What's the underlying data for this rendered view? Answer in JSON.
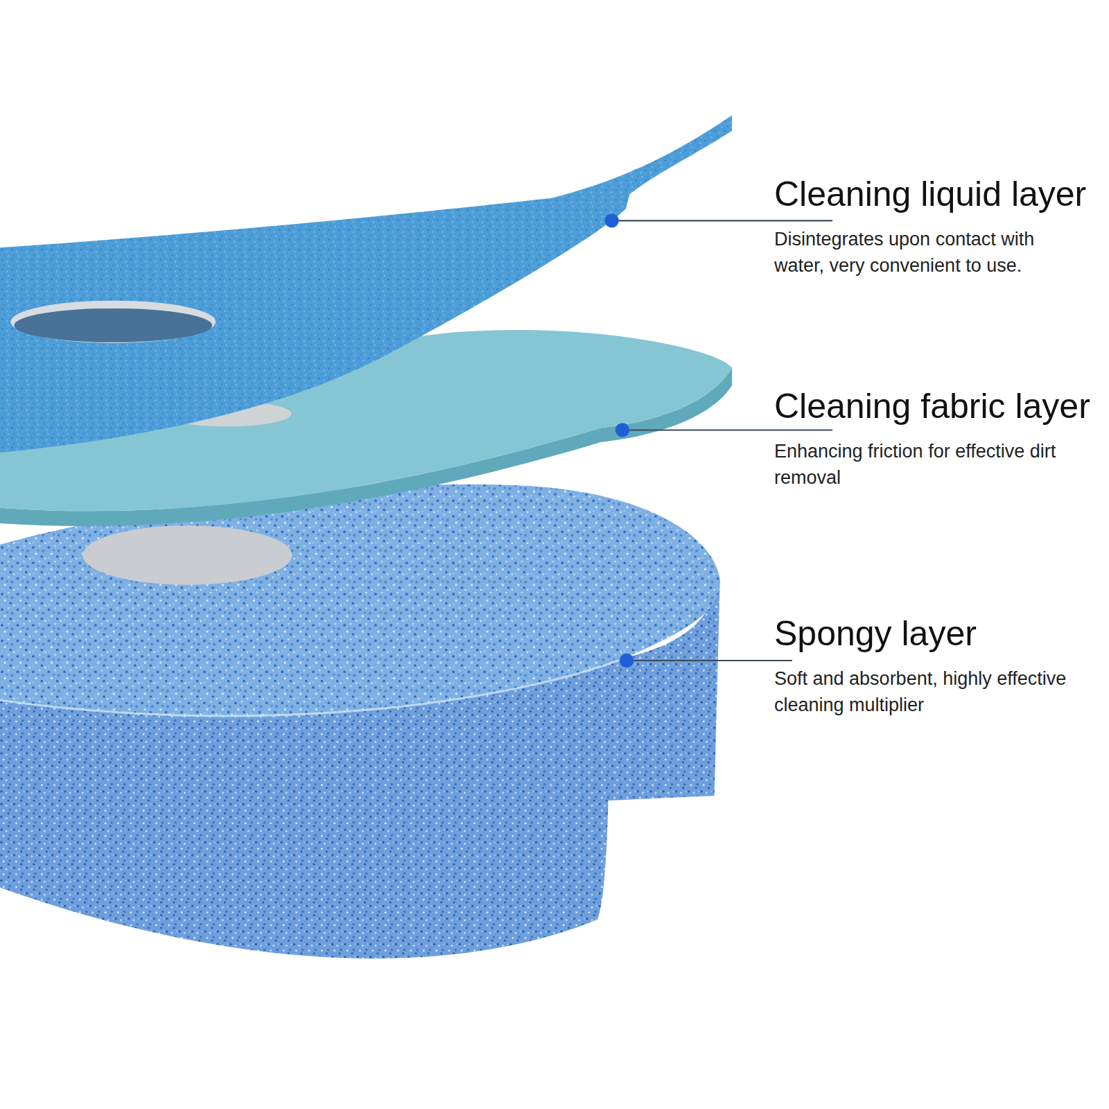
{
  "diagram": {
    "labels": [
      "Cleaning liquid layer",
      "Disintegrates upon contact with water, very convenient to use.",
      "Cleaning fabric layer",
      "Enhancing friction for effective dirt removal",
      "Spongy layer",
      "Soft and absorbent, highly effective cleaning multiplier"
    ]
  }
}
